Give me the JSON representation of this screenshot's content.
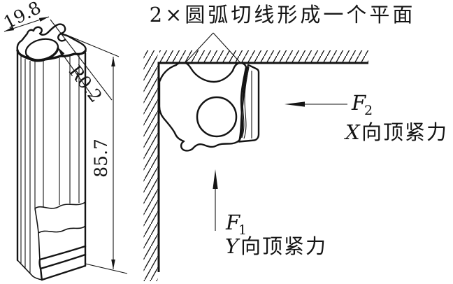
{
  "note_top": "2×圆弧切线形成一个平面",
  "dimensions": {
    "width": "19.8",
    "radius": "R0.2",
    "height": "85.7"
  },
  "forces": {
    "f1": {
      "symbol": "F",
      "sub": "1",
      "axis": "Y",
      "desc": "向顶紧力"
    },
    "f2": {
      "symbol": "F",
      "sub": "2",
      "axis": "X",
      "desc": "向顶紧力"
    }
  },
  "colors": {
    "ink": "#141414",
    "background": "#ffffff"
  }
}
